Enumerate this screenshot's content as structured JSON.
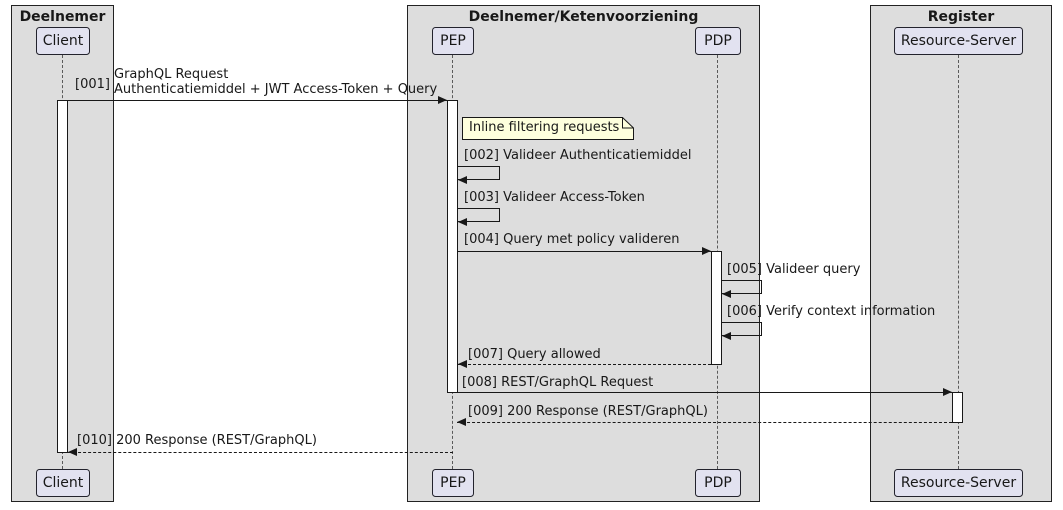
{
  "groups": [
    {
      "title": "Deelnemer"
    },
    {
      "title": "Deelnemer/Ketenvoorziening"
    },
    {
      "title": "Register"
    }
  ],
  "participants": [
    {
      "name": "Client"
    },
    {
      "name": "PEP"
    },
    {
      "name": "PDP"
    },
    {
      "name": "Resource-Server"
    }
  ],
  "note": {
    "text": "Inline filtering requests"
  },
  "messages": [
    {
      "label": "[001]",
      "line1": "GraphQL Request",
      "line2": "Authenticatiemiddel + JWT Access-Token + Query"
    },
    {
      "text": "[002] Valideer Authenticatiemiddel"
    },
    {
      "text": "[003] Valideer Access-Token"
    },
    {
      "text": "[004] Query met policy valideren"
    },
    {
      "text": "[005] Valideer query"
    },
    {
      "text": "[006] Verify context information"
    },
    {
      "text": "[007] Query allowed"
    },
    {
      "text": "[008] REST/GraphQL Request"
    },
    {
      "text": "[009] 200 Response (REST/GraphQL)"
    },
    {
      "text": "[010] 200 Response (REST/GraphQL)"
    }
  ],
  "colors": {
    "group_fill": "#dddddd",
    "participant_fill": "#e2e2f0",
    "note_fill": "#feffdd",
    "line": "#181818",
    "activation_fill": "#ffffff"
  }
}
